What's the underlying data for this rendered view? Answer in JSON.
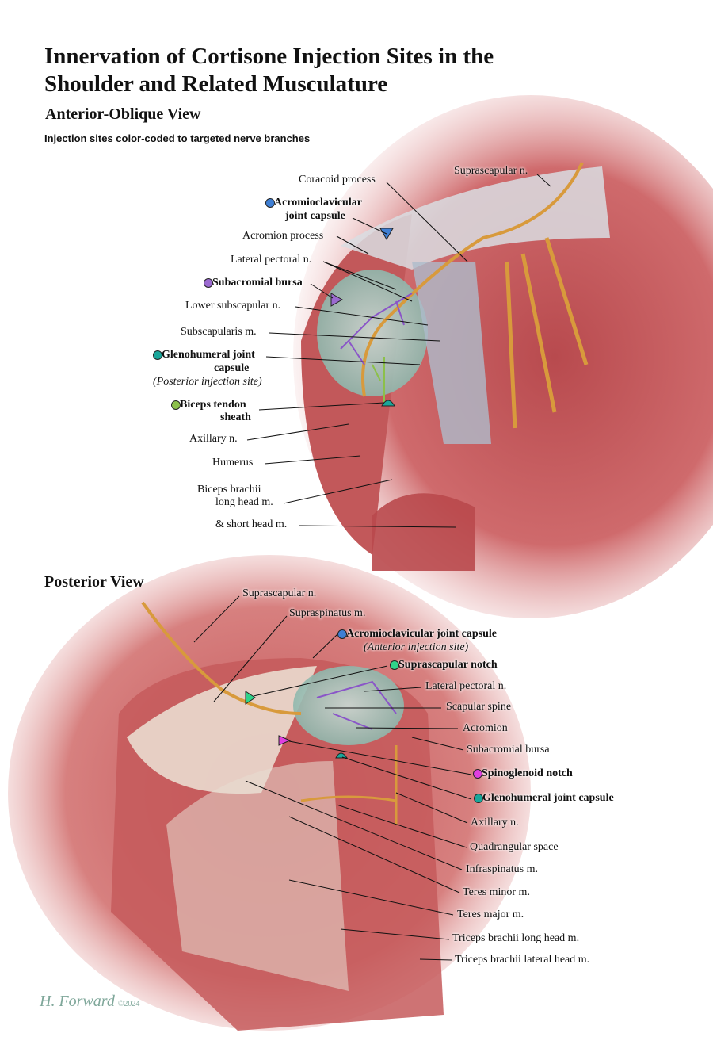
{
  "title_line1": "Innervation of Cortisone Injection Sites in the",
  "title_line2": "Shoulder and Related Musculature",
  "anterior": {
    "heading": "Anterior-Oblique View",
    "note": "Injection sites color-coded to targeted nerve branches",
    "labels": [
      {
        "text": "Coracoid process"
      },
      {
        "text": "Suprascapular n."
      },
      {
        "text": "Acromioclavicular",
        "bold": true,
        "dot": "#3f7fd4"
      },
      {
        "text": "joint capsule",
        "bold": true
      },
      {
        "text": "Acromion process"
      },
      {
        "text": "Lateral pectoral n."
      },
      {
        "text": "Subacromial bursa",
        "bold": true,
        "dot": "#9b6ad0"
      },
      {
        "text": "Lower subscapular n."
      },
      {
        "text": "Subscapularis m."
      },
      {
        "text": "Glenohumeral joint",
        "bold": true,
        "dot": "#1aa69a"
      },
      {
        "text": "capsule",
        "bold": true
      },
      {
        "text": "(Posterior injection site)",
        "italic": true
      },
      {
        "text": "Biceps tendon",
        "bold": true,
        "dot": "#8cc04a"
      },
      {
        "text": "sheath",
        "bold": true
      },
      {
        "text": "Axillary n."
      },
      {
        "text": "Humerus"
      },
      {
        "text": "Biceps brachii"
      },
      {
        "text": "long head m."
      },
      {
        "text": "& short head m."
      }
    ]
  },
  "posterior": {
    "heading": "Posterior View",
    "labels": [
      {
        "text": "Suprascapular n."
      },
      {
        "text": "Supraspinatus m."
      },
      {
        "text": "Acromioclavicular joint capsule",
        "bold": true,
        "dot": "#3f7fd4"
      },
      {
        "text": "(Anterior injection site)",
        "italic": true
      },
      {
        "text": "Suprascapular notch",
        "bold": true,
        "dot": "#2fd38a"
      },
      {
        "text": "Lateral pectoral n."
      },
      {
        "text": "Scapular spine"
      },
      {
        "text": "Acromion"
      },
      {
        "text": "Subacromial bursa"
      },
      {
        "text": "Spinoglenoid notch",
        "bold": true,
        "dot": "#e040e0"
      },
      {
        "text": "Glenohumeral joint capsule",
        "bold": true,
        "dot": "#1aa69a"
      },
      {
        "text": "Axillary n."
      },
      {
        "text": "Quadrangular space"
      },
      {
        "text": "Infraspinatus m."
      },
      {
        "text": "Teres minor m."
      },
      {
        "text": "Teres major m."
      },
      {
        "text": "Triceps brachii long head m."
      },
      {
        "text": "Triceps brachii lateral head m."
      }
    ]
  },
  "signature": {
    "name": "H. Forward",
    "year": "©2024"
  }
}
